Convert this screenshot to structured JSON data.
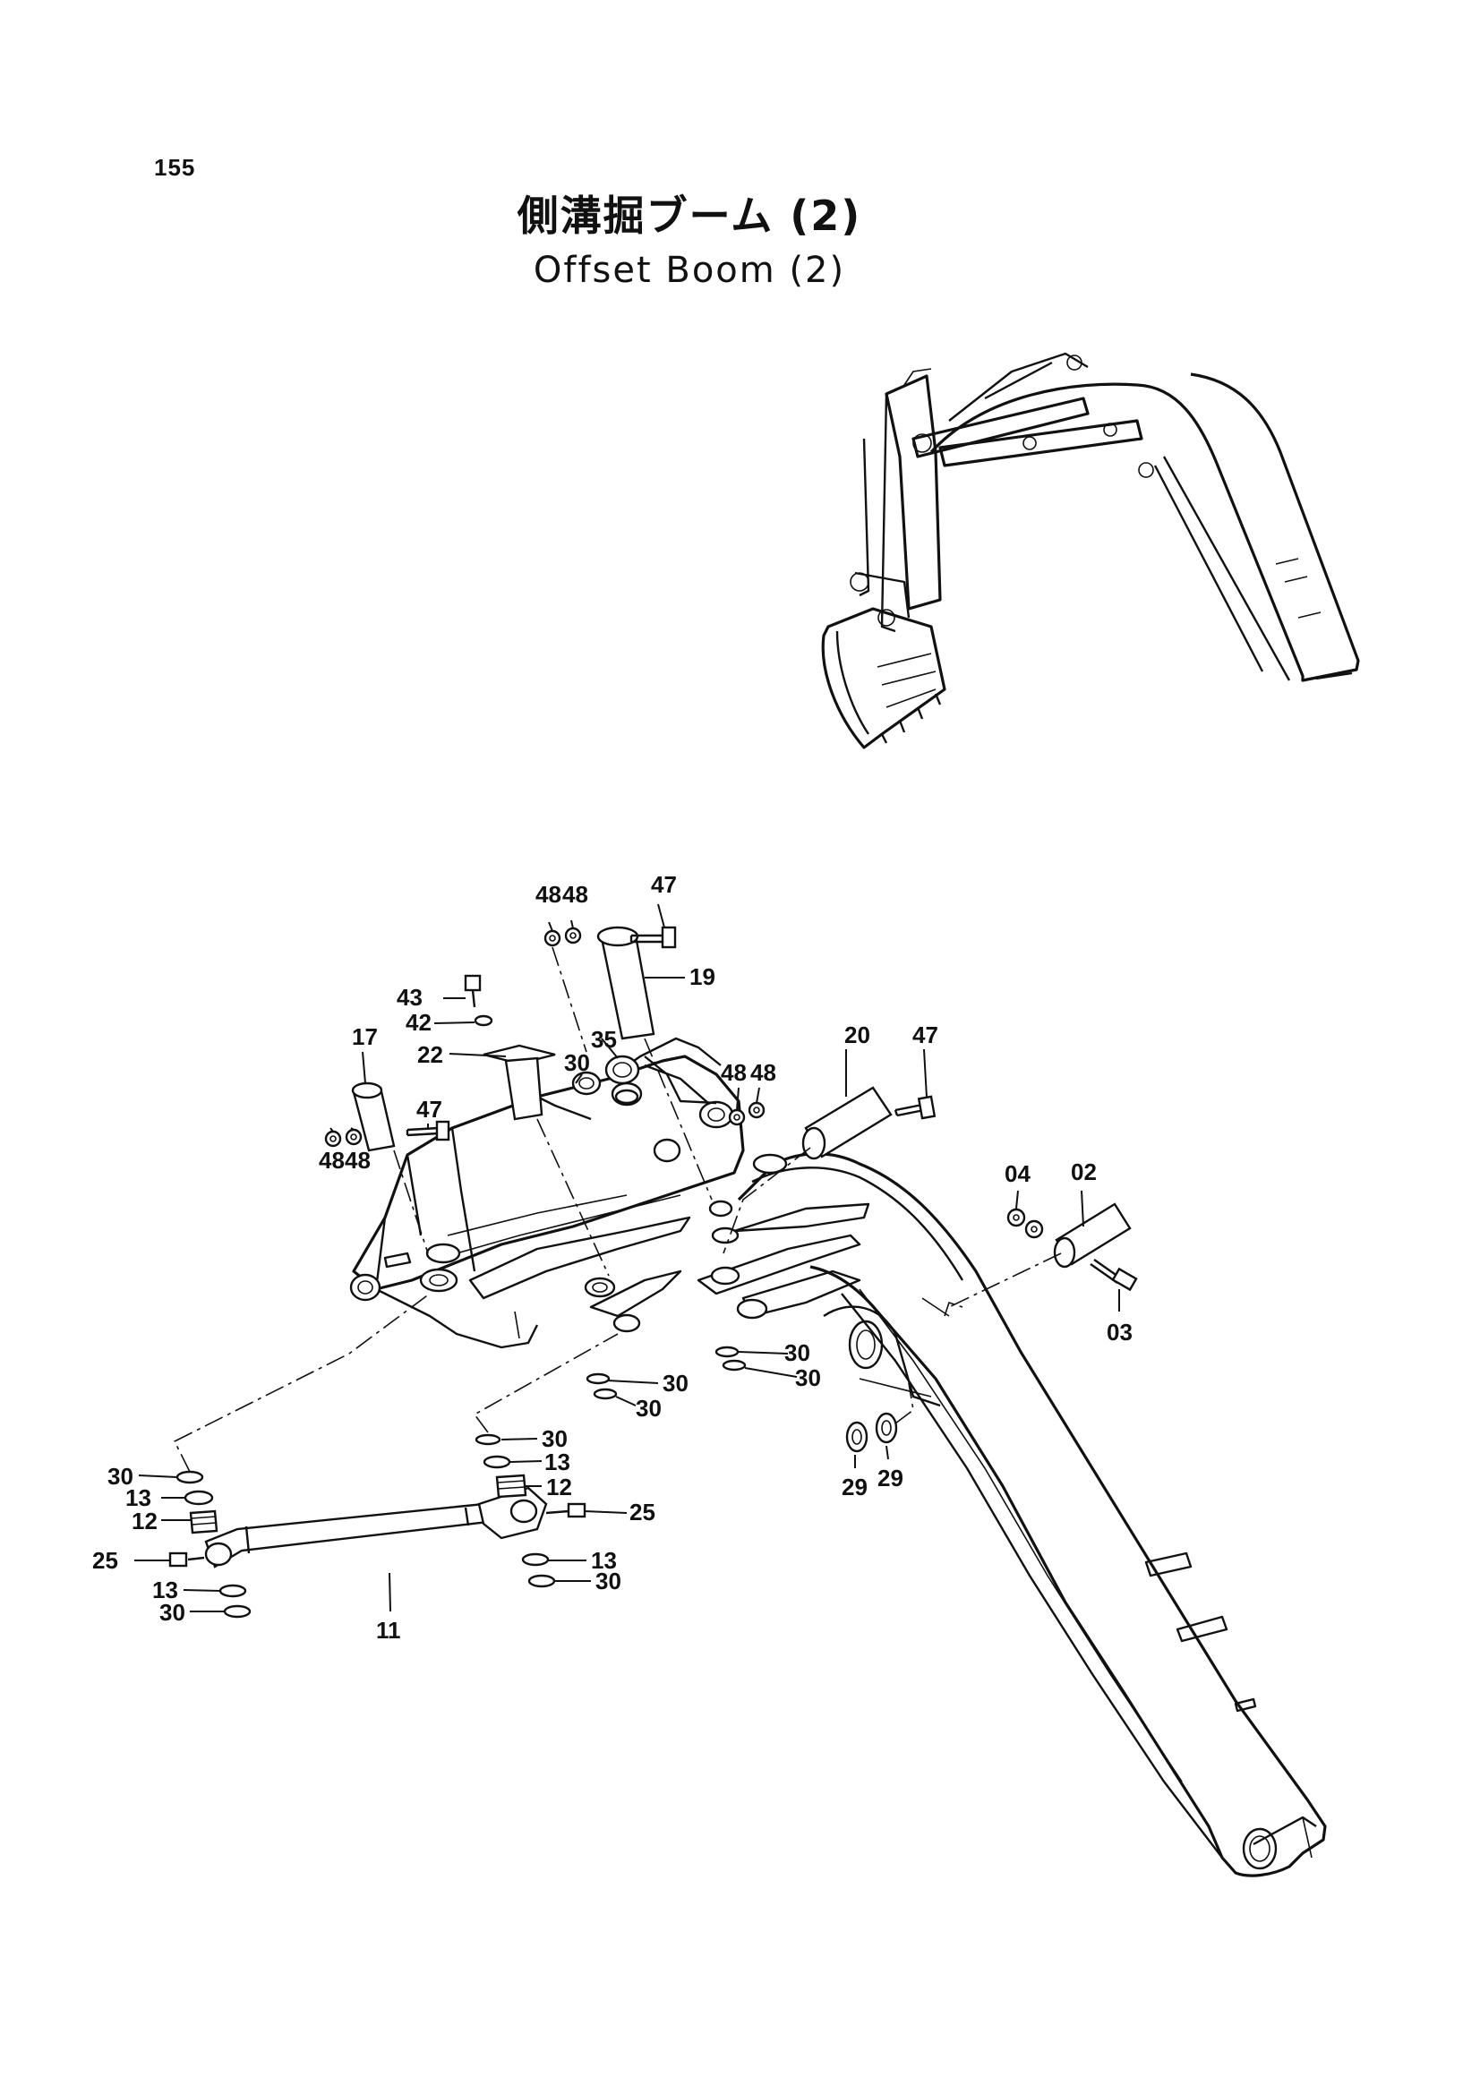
{
  "page": {
    "number": "155"
  },
  "title": {
    "japanese": "側溝掘ブーム (2)",
    "english": "Offset Boom (2)"
  },
  "callouts": [
    {
      "id": "c-48a",
      "text": "48"
    },
    {
      "id": "c-48b",
      "text": "48"
    },
    {
      "id": "c-47a",
      "text": "47"
    },
    {
      "id": "c-19",
      "text": "19"
    },
    {
      "id": "c-43",
      "text": "43"
    },
    {
      "id": "c-42",
      "text": "42"
    },
    {
      "id": "c-20",
      "text": "20"
    },
    {
      "id": "c-47b",
      "text": "47"
    },
    {
      "id": "c-17",
      "text": "17"
    },
    {
      "id": "c-22",
      "text": "22"
    },
    {
      "id": "c-30a",
      "text": "30"
    },
    {
      "id": "c-35",
      "text": "35"
    },
    {
      "id": "c-48c",
      "text": "48"
    },
    {
      "id": "c-48d",
      "text": "48"
    },
    {
      "id": "c-47c",
      "text": "47"
    },
    {
      "id": "c-48e",
      "text": "48"
    },
    {
      "id": "c-48f",
      "text": "48"
    },
    {
      "id": "c-04",
      "text": "04"
    },
    {
      "id": "c-02",
      "text": "02"
    },
    {
      "id": "c-03",
      "text": "03"
    },
    {
      "id": "c-30b",
      "text": "30"
    },
    {
      "id": "c-30c",
      "text": "30"
    },
    {
      "id": "c-30d",
      "text": "30"
    },
    {
      "id": "c-30e",
      "text": "30"
    },
    {
      "id": "c-30f",
      "text": "30"
    },
    {
      "id": "c-13a",
      "text": "13"
    },
    {
      "id": "c-12a",
      "text": "12"
    },
    {
      "id": "c-25a",
      "text": "25"
    },
    {
      "id": "c-13b",
      "text": "13"
    },
    {
      "id": "c-30g",
      "text": "30"
    },
    {
      "id": "c-30h",
      "text": "30"
    },
    {
      "id": "c-13c",
      "text": "13"
    },
    {
      "id": "c-12b",
      "text": "12"
    },
    {
      "id": "c-25b",
      "text": "25"
    },
    {
      "id": "c-13d",
      "text": "13"
    },
    {
      "id": "c-30i",
      "text": "30"
    },
    {
      "id": "c-11",
      "text": "11"
    },
    {
      "id": "c-29a",
      "text": "29"
    },
    {
      "id": "c-29b",
      "text": "29"
    }
  ]
}
